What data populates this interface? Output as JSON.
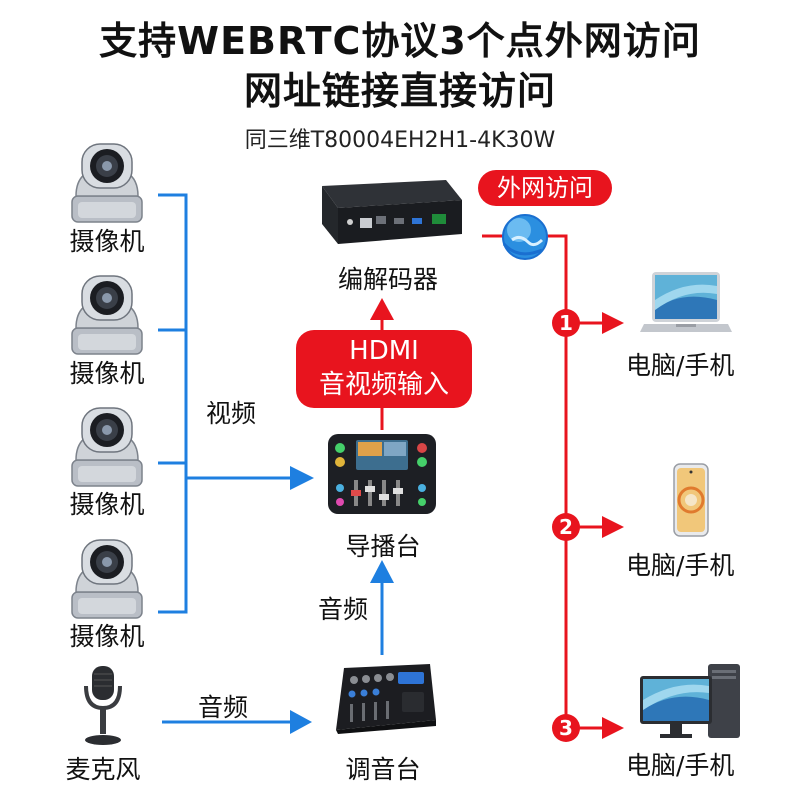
{
  "title": {
    "line1": "支持WEBRTC协议3个点外网访问",
    "line2": "网址链接直接访问"
  },
  "subtitle": "同三维T80004EH2H1-4K30W",
  "cameras": [
    {
      "label": "摄像机"
    },
    {
      "label": "摄像机"
    },
    {
      "label": "摄像机"
    },
    {
      "label": "摄像机"
    }
  ],
  "microphone": {
    "label": "麦克风"
  },
  "labels": {
    "video": "视频",
    "audio_mic": "音频",
    "audio_mixer": "音频",
    "encoder": "编解码器",
    "switcher": "导播台",
    "mixer": "调音台"
  },
  "hdmi_box": {
    "line1": "HDMI",
    "line2": "音视频输入"
  },
  "external_access": {
    "label": "外网访问"
  },
  "outputs": [
    {
      "number": "1",
      "label": "电脑/手机",
      "device": "laptop-icon"
    },
    {
      "number": "2",
      "label": "电脑/手机",
      "device": "smartphone-icon"
    },
    {
      "number": "3",
      "label": "电脑/手机",
      "device": "desktop-pc-icon"
    }
  ],
  "colors": {
    "accent_red": "#e8141e",
    "line_blue": "#1e7fe0"
  }
}
